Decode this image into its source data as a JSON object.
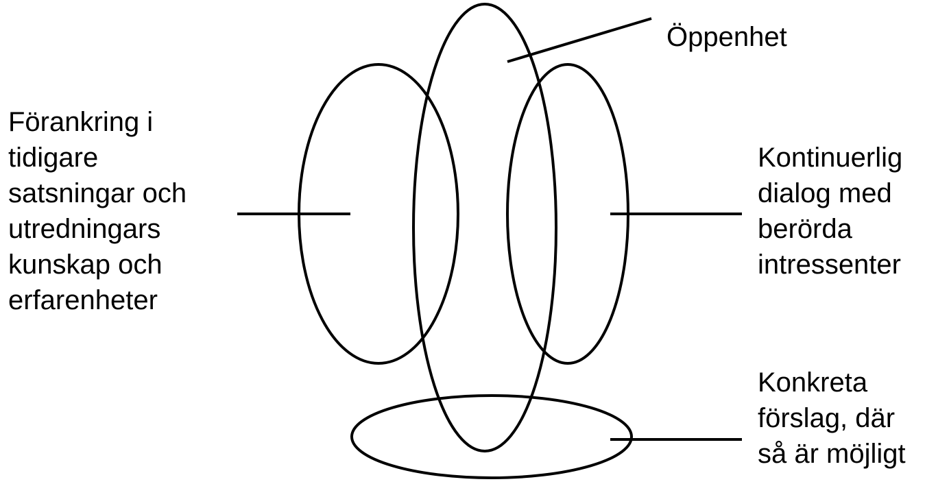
{
  "diagram": {
    "stroke_color": "#000000",
    "background_color": "#ffffff",
    "labels": {
      "top": [
        "Öppenhet"
      ],
      "left": [
        "Förankring i",
        "tidigare",
        "satsningar och",
        "utredningars",
        "kunskap och",
        "erfarenheter"
      ],
      "right": [
        "Kontinuerlig",
        "dialog med",
        "berörda",
        "intressenter"
      ],
      "bottom": [
        "Konkreta",
        "förslag, där",
        "så är möjligt"
      ]
    }
  }
}
